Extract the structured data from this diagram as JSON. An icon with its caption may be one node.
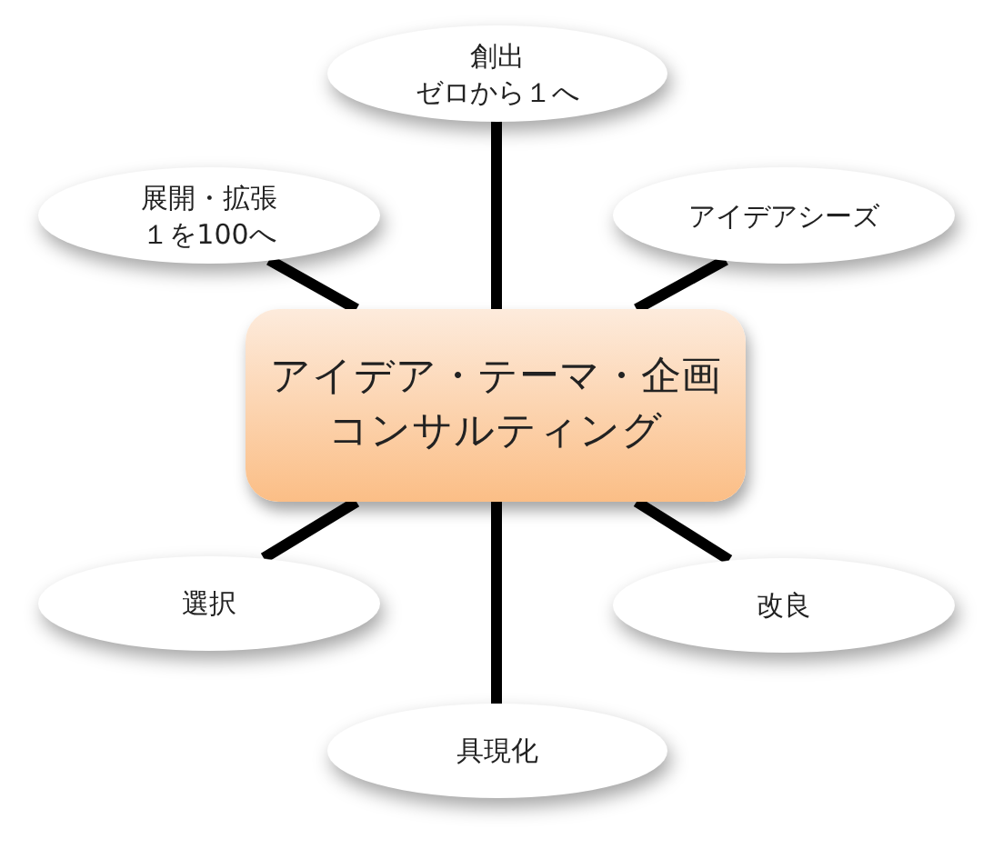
{
  "diagram": {
    "nodes": [
      {
        "text": [
          "創出",
          "ゼロから１へ"
        ]
      },
      {
        "text": [
          "展開・拡張",
          "１を100へ"
        ]
      },
      {
        "text": [
          "アイデアシーズ"
        ]
      },
      {
        "text": [
          "アイデア・テーマ・企画コンサルティング"
        ]
      },
      {
        "text": [
          "選択"
        ]
      },
      {
        "text": [
          "改良"
        ]
      },
      {
        "text": [
          "具現化"
        ]
      }
    ],
    "edges": [
      {
        "from": 3,
        "to": 0,
        "arrow": "none"
      },
      {
        "from": 3,
        "to": 1,
        "arrow": "none"
      },
      {
        "from": 3,
        "to": 2,
        "arrow": "none"
      },
      {
        "from": 3,
        "to": 4,
        "arrow": "none"
      },
      {
        "from": 3,
        "to": 5,
        "arrow": "none"
      },
      {
        "from": 3,
        "to": 6,
        "arrow": "none"
      }
    ]
  }
}
